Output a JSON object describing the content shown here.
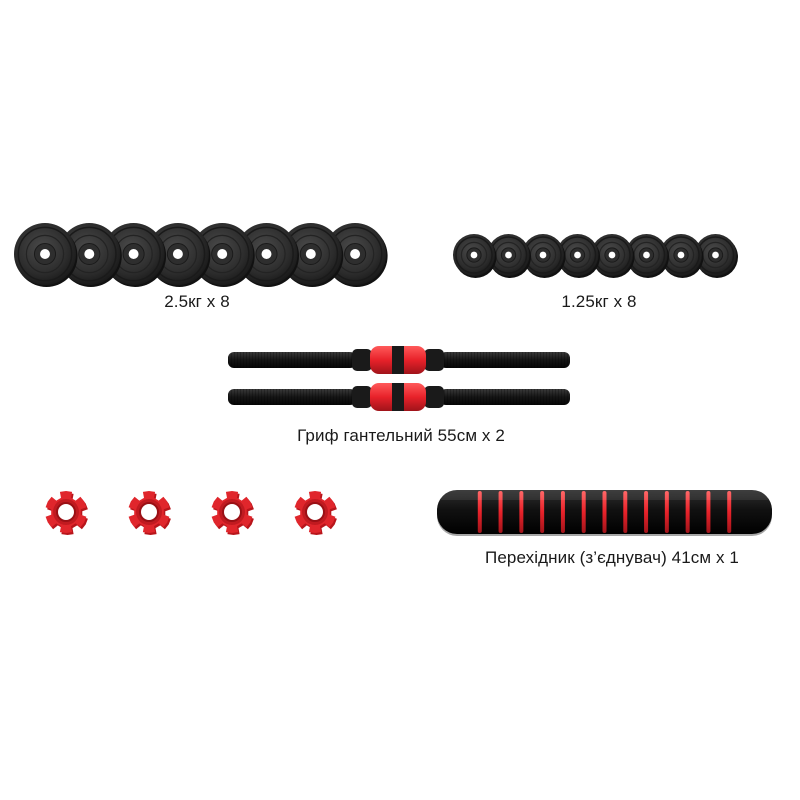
{
  "product": {
    "large_plates": {
      "label": "2.5кг x 8",
      "count": 8,
      "color": "#2b2b2b"
    },
    "small_plates": {
      "label": "1.25кг x 8",
      "count": 8,
      "color": "#2b2b2b"
    },
    "handles": {
      "label": "Гриф гантельний 55см x 2",
      "count": 2,
      "accent": "#e8222a"
    },
    "collars": {
      "count": 4,
      "color": "#d81f26"
    },
    "connector": {
      "label": "Перехідник (з’єднувач) 41см x 1",
      "accent": "#e8222a"
    }
  }
}
